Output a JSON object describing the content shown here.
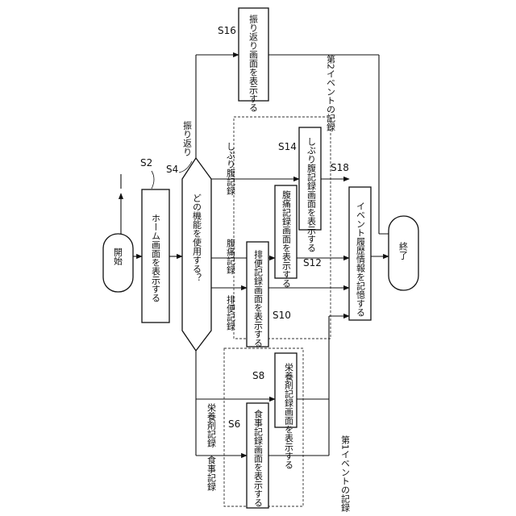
{
  "nodes": {
    "start": "開始",
    "s2": "ホーム画面を表示する",
    "s4": "どの機能を使用する？",
    "s6": "食事記録画面を表示する",
    "s8": "栄養剤記録画面を表示する",
    "s10": "排便記録画面を表示する",
    "s12": "腹痛記録画面を表示する",
    "s14": "しぶり腹記録画面を表示する",
    "s16": "振り返り画面を表示する",
    "s18": "イベント履歴情報を記憶する",
    "end": "終了"
  },
  "steps": {
    "s2": "S2",
    "s4": "S4",
    "s6": "S6",
    "s8": "S8",
    "s10": "S10",
    "s12": "S12",
    "s14": "S14",
    "s16": "S16",
    "s18": "S18"
  },
  "branches": {
    "meal": "食事記録",
    "nutrition": "栄養剤記録",
    "stool": "排便記録",
    "pain": "腹痛記録",
    "tenesmus": "しぶり腹記録",
    "review": "振り返り"
  },
  "groups": {
    "first": "第1イベントの記録",
    "second": "第2イベントの記録"
  }
}
